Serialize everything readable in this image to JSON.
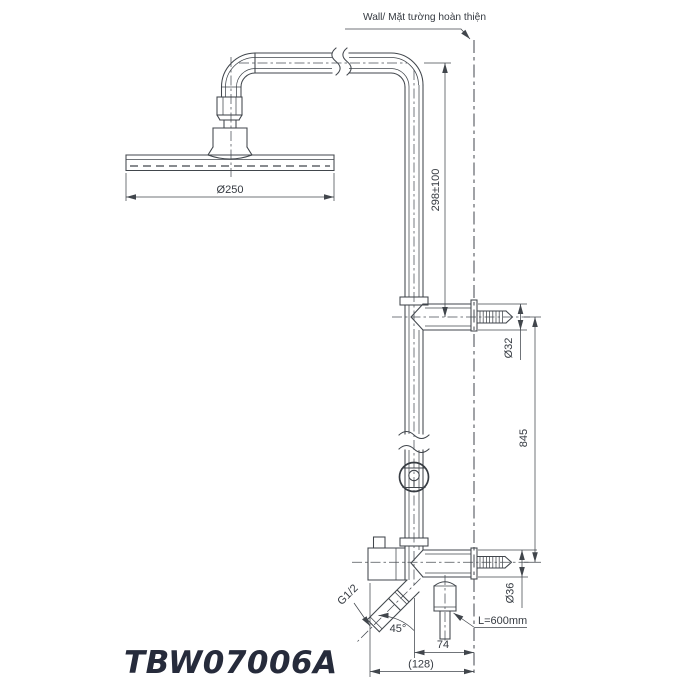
{
  "drawing": {
    "wall_label": "Wall/ Mặt tường hoàn thiện",
    "model": "TBW07006A",
    "dims": {
      "head_diameter": "Ø250",
      "wall_to_elbow": "298±100",
      "upper_connection_diameter": "Ø32",
      "riser_length": "845",
      "lower_connection_diameter": "Ø36",
      "hose_length": "L=600mm",
      "center_to_wall": "74",
      "overall_depth": "(128)",
      "hand_shower_thread": "G1/2",
      "outlet_angle": "45°"
    },
    "colors": {
      "line": "#41464c",
      "text": "#353a41",
      "model_text": "#262b3b",
      "background": "#ffffff"
    }
  }
}
